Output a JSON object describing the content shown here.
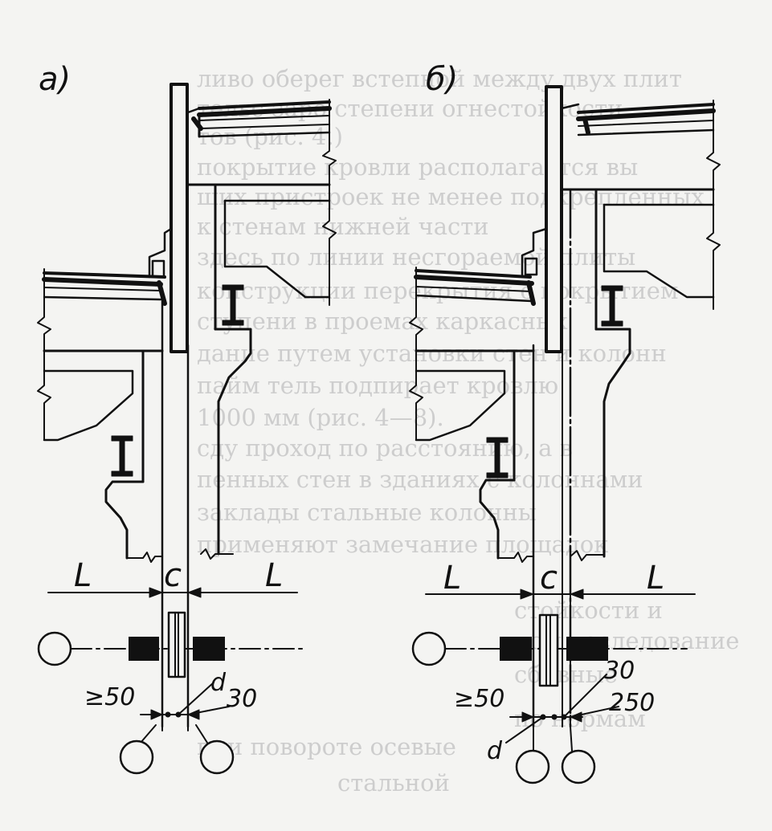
{
  "panel_a": {
    "label": "а)",
    "dim_L_left": "L",
    "dim_c": "c",
    "dim_L_right": "L",
    "dim_min": "≥50",
    "dim_d": "d",
    "dim_gap": "30"
  },
  "panel_b": {
    "label": "б)",
    "dim_L_left": "L",
    "dim_c": "c",
    "dim_L_right": "L",
    "dim_min": "≥50",
    "dim_d": "d",
    "dim_gap_inner": "30",
    "dim_gap_outer": "250"
  },
  "colors": {
    "ink": "#111111",
    "paper": "#f4f4f2",
    "bleed_text": "#c7c7c7"
  }
}
